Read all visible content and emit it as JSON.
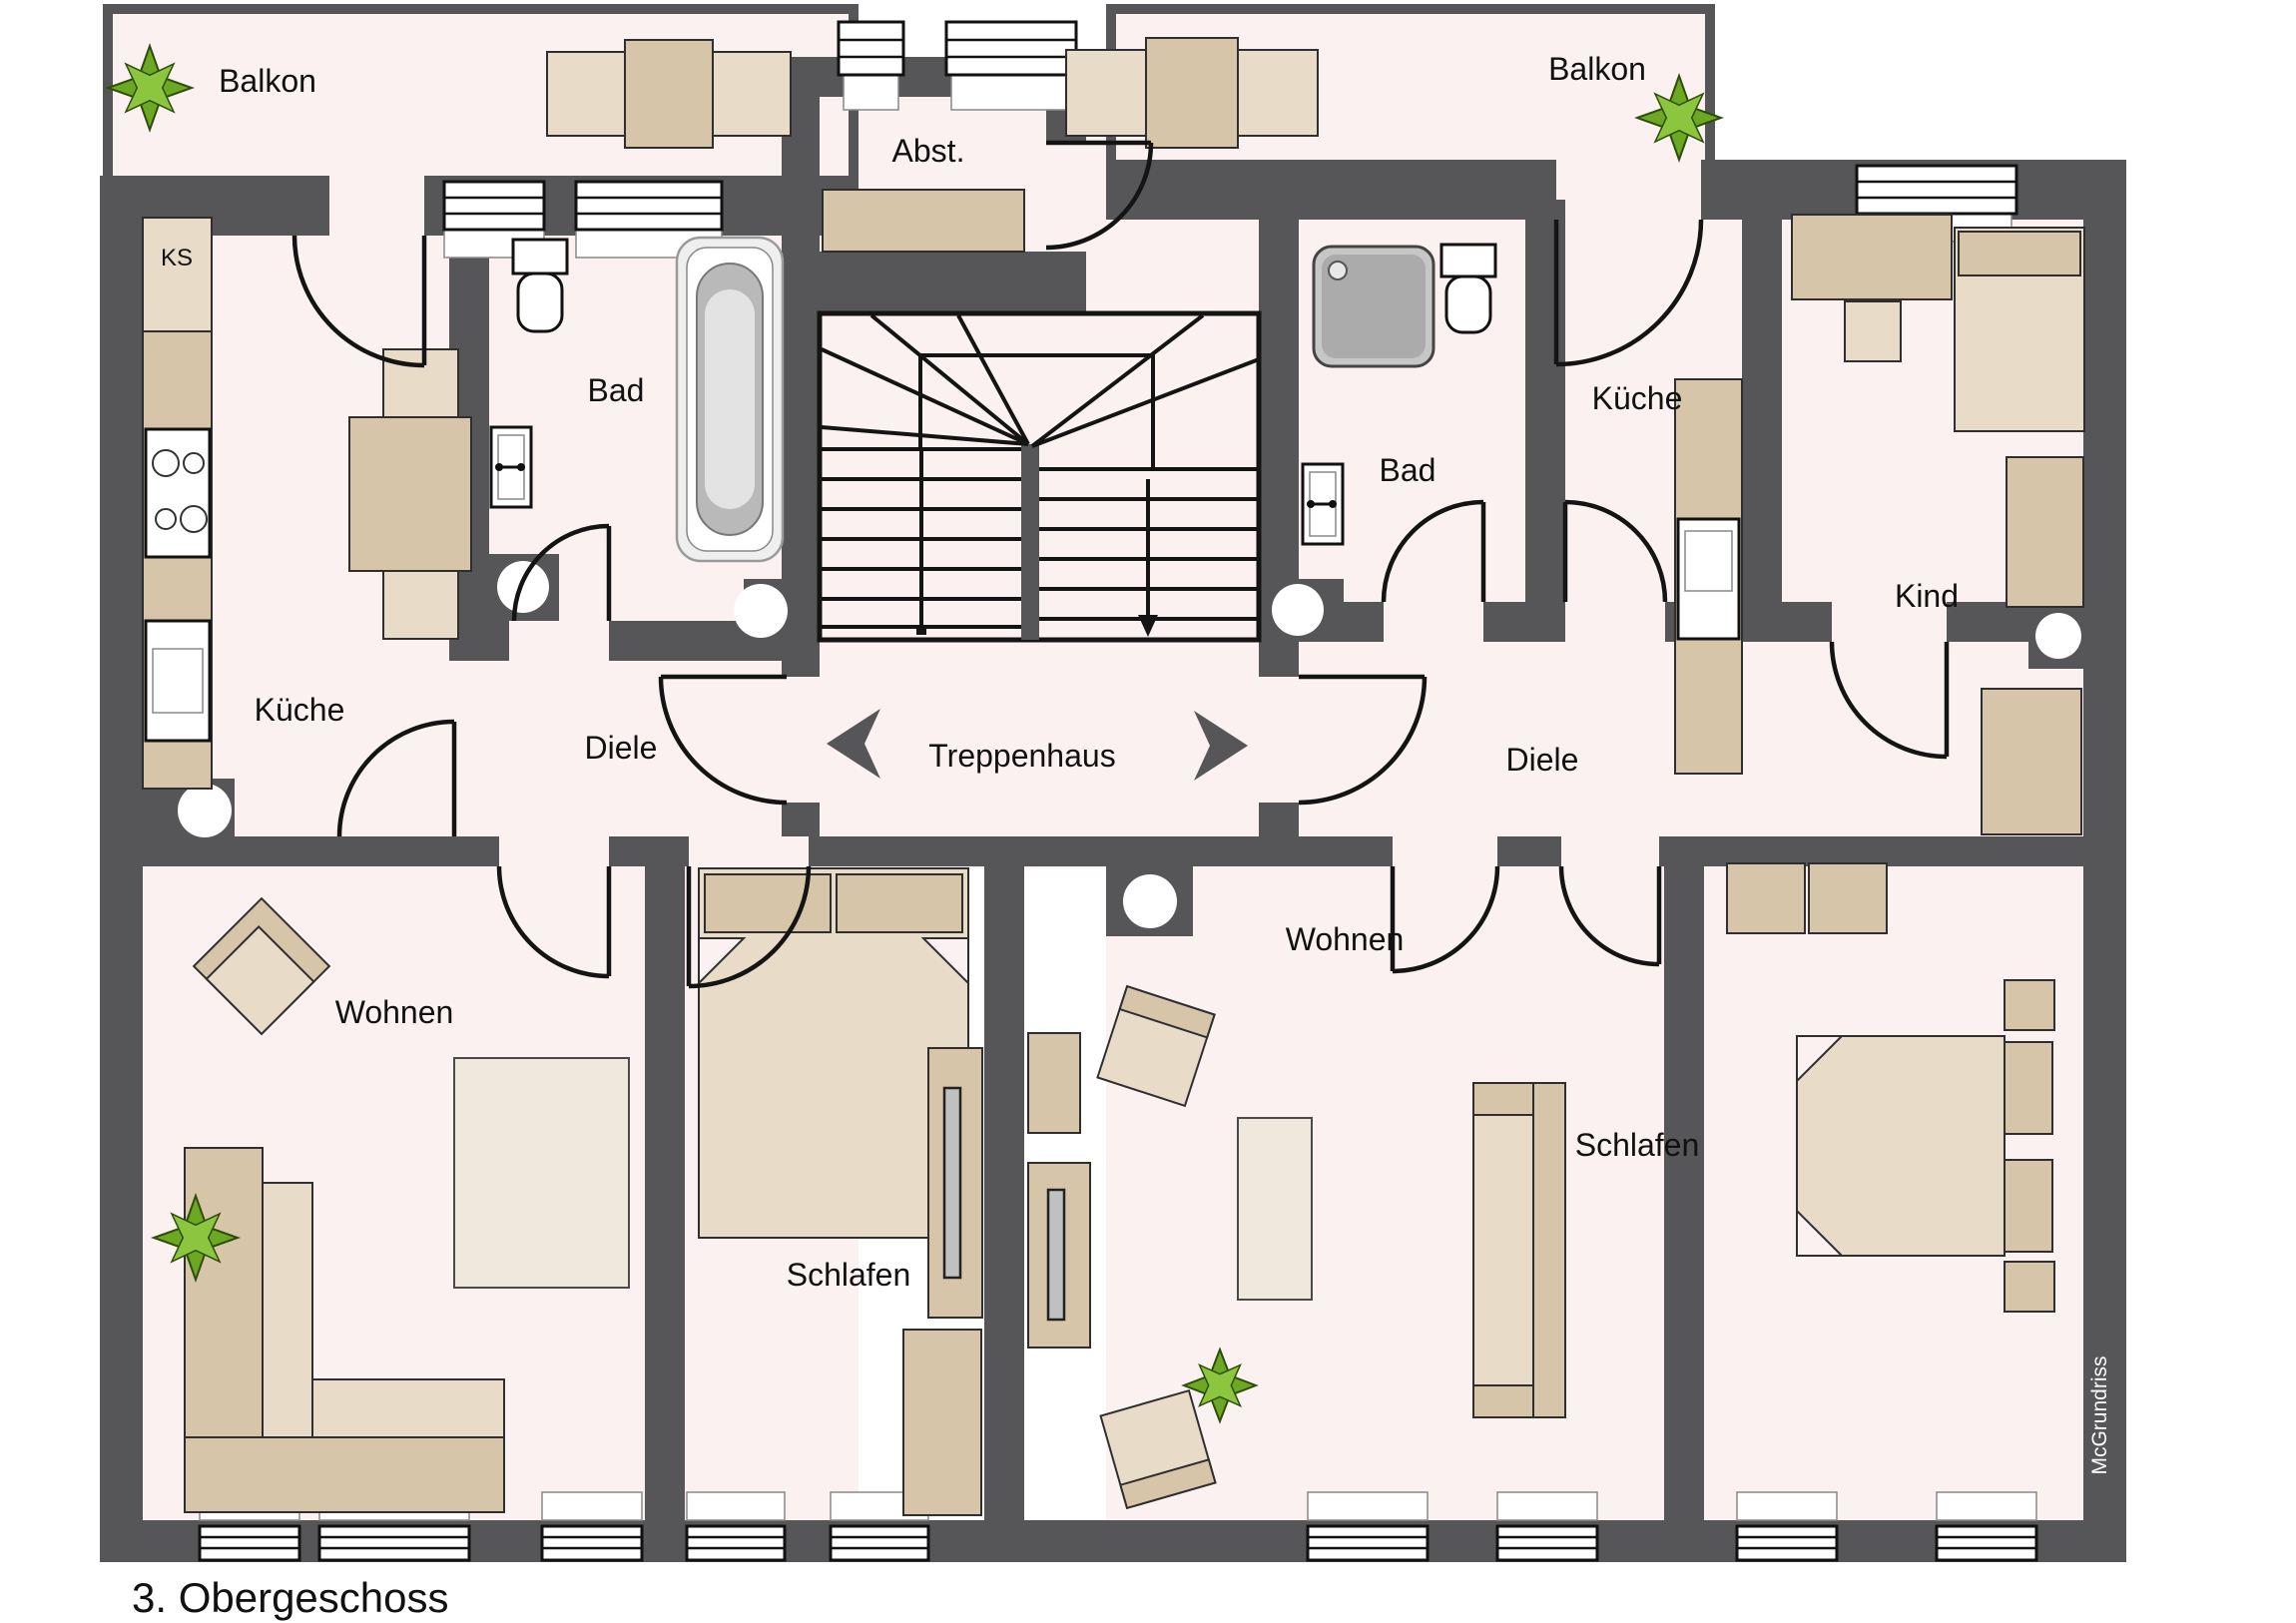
{
  "plan": {
    "caption": "3. Obergeschoss",
    "watermark": "McGrundriss",
    "labels": {
      "balkon_left": "Balkon",
      "balkon_right": "Balkon",
      "abst": "Abst.",
      "ks": "KS",
      "bad_left": "Bad",
      "kueche_left": "Küche",
      "diele_left": "Diele",
      "treppenhaus": "Treppenhaus",
      "diele_right": "Diele",
      "bad_right": "Bad",
      "kueche_right": "Küche",
      "kind": "Kind",
      "wohnen_left": "Wohnen",
      "schlafen_left": "Schlafen",
      "wohnen_right": "Wohnen",
      "schlafen_right": "Schlafen"
    },
    "colors": {
      "wall": "#565658",
      "floor": "#fcf1f1",
      "furniture_dark": "#d7c5aa",
      "furniture_light": "#e8dcc9",
      "plant_green": "#6da823",
      "text": "#111111",
      "background": "#ffffff"
    }
  }
}
